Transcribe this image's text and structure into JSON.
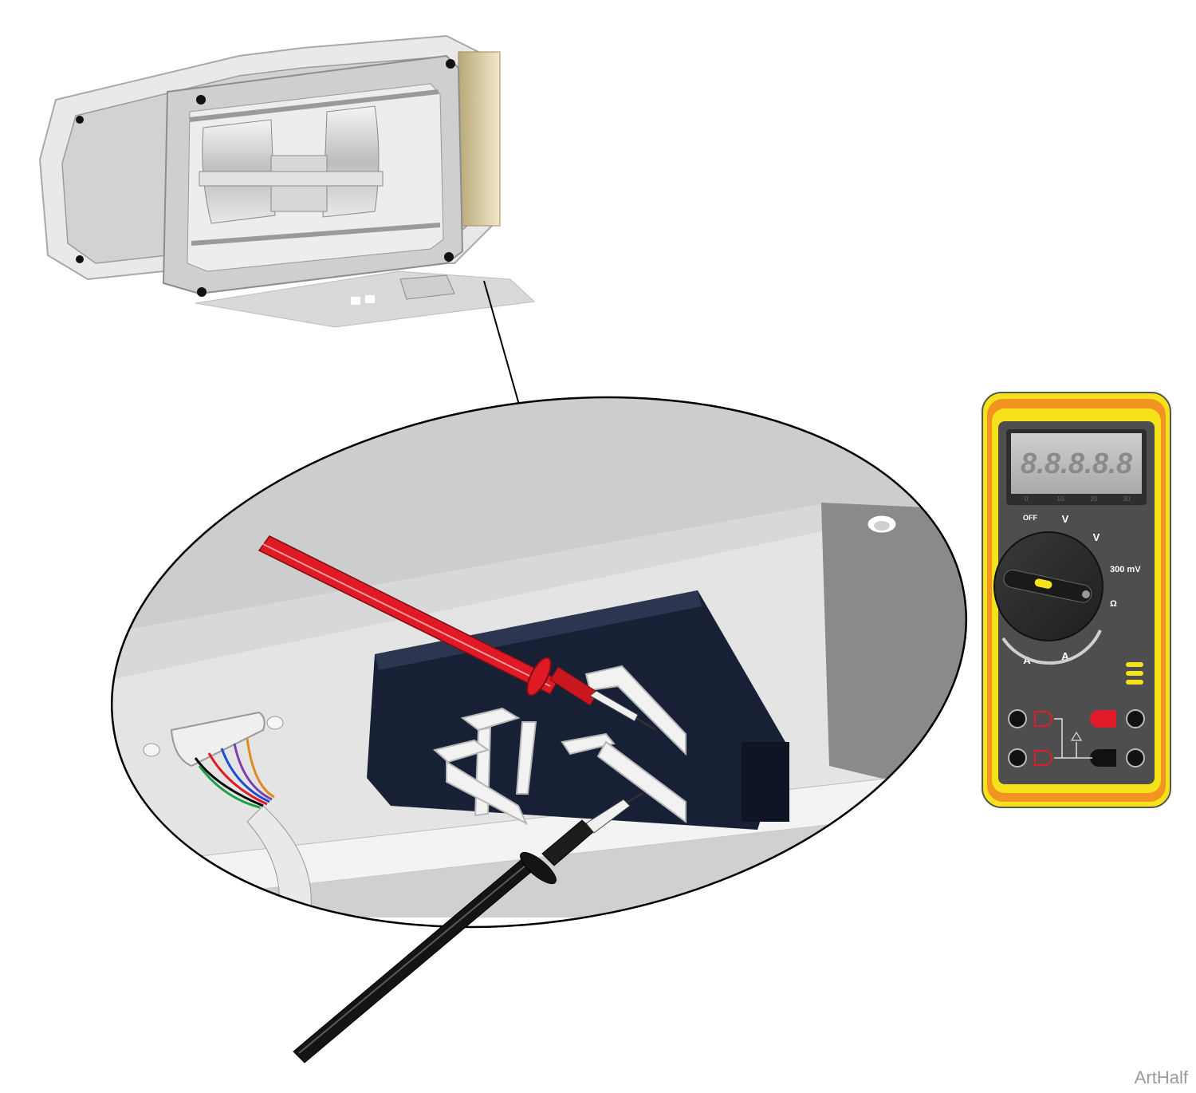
{
  "watermark": "ArtHalf",
  "multimeter": {
    "display": "8.8.8.8.8",
    "scale_ticks": [
      "0",
      "10",
      "20",
      "30"
    ],
    "dial_labels": {
      "off": "OFF",
      "ac_volts": "V",
      "dc_volts": "V",
      "millivolts": "300 mV",
      "ohms": "Ω",
      "dc_amps": "A",
      "ac_amps": "A"
    },
    "colors": {
      "body": "#f6e21a",
      "trim": "#f39322",
      "panel": "#4e4e4e",
      "red_jack": "#e11b2a",
      "black_jack": "#111111"
    }
  },
  "probes": {
    "red_color": "#e01a24",
    "black_color": "#141414"
  }
}
